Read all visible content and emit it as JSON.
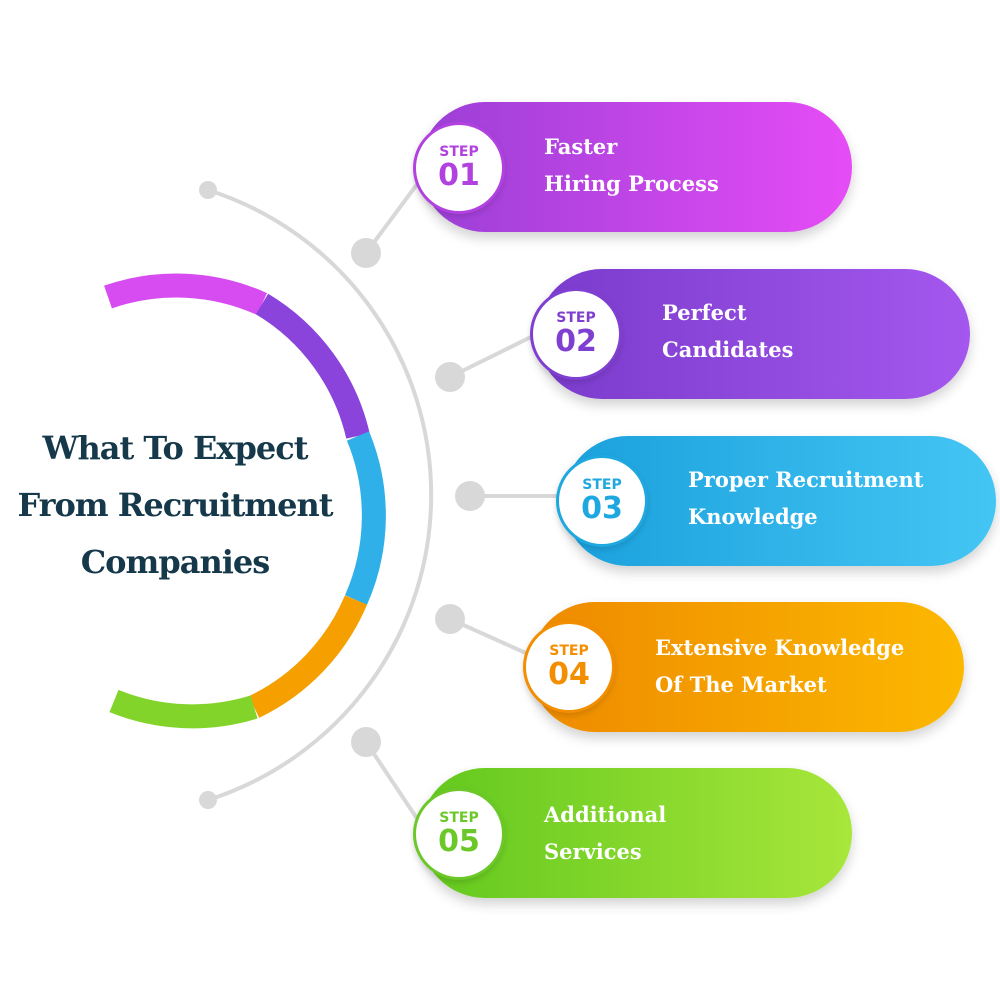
{
  "title_lines": [
    "What To Expect",
    "From Recruitment",
    "Companies"
  ],
  "steps": [
    {
      "label": "STEP",
      "number": "01",
      "lines": [
        "Faster",
        "Hiring Process"
      ],
      "color_start": "#9b3fd6",
      "color_end": "#e64cf6",
      "accent": "#b242e0"
    },
    {
      "label": "STEP",
      "number": "02",
      "lines": [
        "Perfect",
        "Candidates"
      ],
      "color_start": "#7a3bcc",
      "color_end": "#a457ee",
      "accent": "#7f3fd0"
    },
    {
      "label": "STEP",
      "number": "03",
      "lines": [
        "Proper Recruitment",
        "Knowledge"
      ],
      "color_start": "#1aa0dc",
      "color_end": "#44c6f4",
      "accent": "#1fa8df"
    },
    {
      "label": "STEP",
      "number": "04",
      "lines": [
        "Extensive Knowledge",
        "Of The Market"
      ],
      "color_start": "#ee8a00",
      "color_end": "#fcb800",
      "accent": "#f28e00"
    },
    {
      "label": "STEP",
      "number": "05",
      "lines": [
        "Additional",
        "Services"
      ],
      "color_start": "#62c81e",
      "color_end": "#a8e63a",
      "accent": "#6cc828"
    }
  ]
}
